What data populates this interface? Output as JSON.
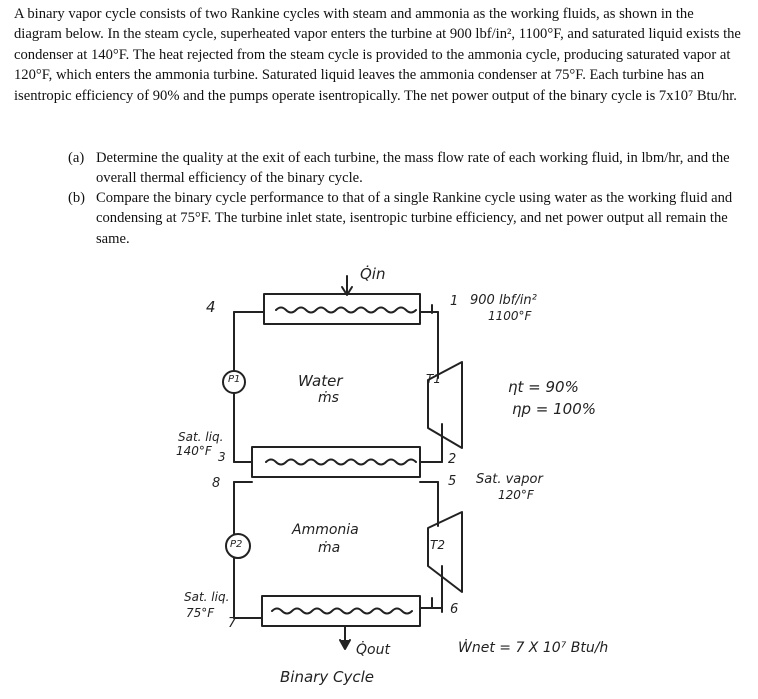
{
  "problem": {
    "intro": "A binary vapor cycle consists of two Rankine cycles with steam and ammonia as the working fluids, as shown in the diagram below. In the steam cycle, superheated vapor enters the turbine at 900 lbf/in², 1100°F, and saturated liquid exists the condenser at 140°F. The heat rejected from the steam cycle is provided to the ammonia cycle, producing saturated vapor at 120°F, which enters the ammonia turbine. Saturated liquid leaves the ammonia condenser at 75°F. Each turbine has an isentropic efficiency of 90% and the pumps operate isentropically. The net power output of the binary cycle is 7x10⁷ Btu/hr.",
    "parts": [
      {
        "label": "(a)",
        "text": "Determine the quality at the exit of each turbine, the mass flow rate of each working fluid, in lbm/hr, and the overall thermal efficiency of the binary cycle."
      },
      {
        "label": "(b)",
        "text": "Compare the binary cycle performance to that of a single Rankine cycle using water as the working fluid and condensing at 75°F. The turbine inlet state, isentropic turbine efficiency, and net power output all remain the same."
      }
    ]
  },
  "diagram": {
    "q_in": "Q̇in",
    "q_out": "Q̇out",
    "state1": "1",
    "state1_cond_p": "900 lbf/in²",
    "state1_cond_t": "1100°F",
    "state2": "2",
    "state3": "3",
    "state4": "4",
    "state5": "5",
    "state5_cond_a": "Sat. vapor",
    "state5_cond_b": "120°F",
    "state6": "6",
    "state7": "7",
    "state8": "8",
    "state3_cond_a": "Sat. liq.",
    "state3_cond_b": "140°F",
    "state7_cond_a": "Sat. liq.",
    "state7_cond_b": "75°F",
    "pump1": "P1",
    "pump2": "P2",
    "turbine1": "T1",
    "turbine2": "T2",
    "water_label": "Water",
    "water_flow": "ṁs",
    "ammonia_label": "Ammonia",
    "ammonia_flow": "ṁa",
    "eta_t": "ηt = 90%",
    "eta_p": "ηp = 100%",
    "wnet": "Ẇnet = 7 X 10⁷ Btu/h",
    "caption": "Binary Cycle"
  }
}
